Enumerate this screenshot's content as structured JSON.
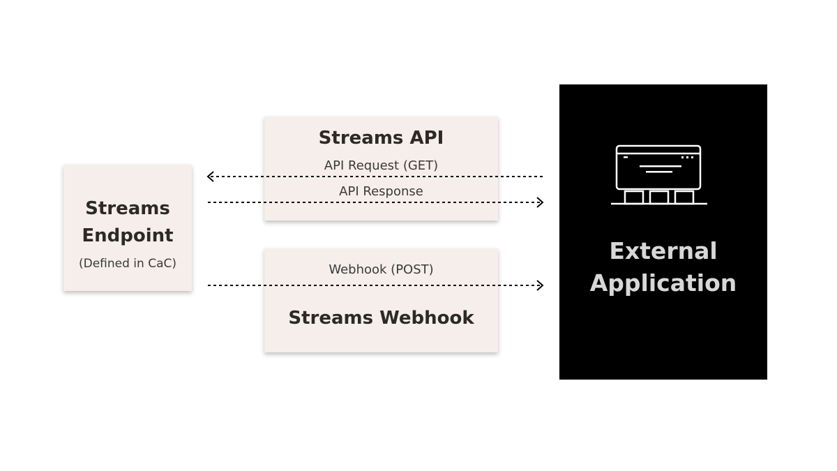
{
  "endpoint": {
    "title_line1": "Streams",
    "title_line2": "Endpoint",
    "subtitle": "(Defined in CaC)"
  },
  "streams_api": {
    "title": "Streams API",
    "request_label": "API Request (GET)",
    "response_label": "API Response"
  },
  "streams_webhook": {
    "title": "Streams Webhook",
    "webhook_label": "Webhook (POST)"
  },
  "external": {
    "title_line1": "External",
    "title_line2": "Application",
    "icon": "web-application-icon"
  },
  "colors": {
    "card_bg": "#f5eeea",
    "external_bg": "#000000",
    "external_text": "#d7d7d7"
  }
}
